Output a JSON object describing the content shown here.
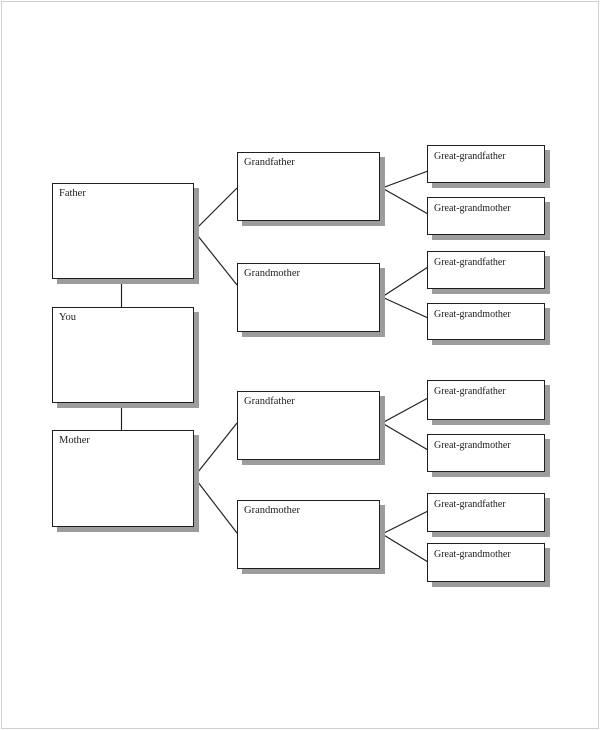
{
  "diagram": {
    "type": "family-tree",
    "nodes": [
      {
        "id": "father",
        "label": "Father",
        "generation": 1
      },
      {
        "id": "you",
        "label": "You",
        "generation": 0
      },
      {
        "id": "mother",
        "label": "Mother",
        "generation": 1
      },
      {
        "id": "paternal-grandfather",
        "label": "Grandfather",
        "generation": 2
      },
      {
        "id": "paternal-grandmother",
        "label": "Grandmother",
        "generation": 2
      },
      {
        "id": "maternal-grandfather",
        "label": "Grandfather",
        "generation": 2
      },
      {
        "id": "maternal-grandmother",
        "label": "Grandmother",
        "generation": 2
      },
      {
        "id": "great-grandfather-1",
        "label": "Great-grandfather",
        "generation": 3
      },
      {
        "id": "great-grandmother-1",
        "label": "Great-grandmother",
        "generation": 3
      },
      {
        "id": "great-grandfather-2",
        "label": "Great-grandfather",
        "generation": 3
      },
      {
        "id": "great-grandmother-2",
        "label": "Great-grandmother",
        "generation": 3
      },
      {
        "id": "great-grandfather-3",
        "label": "Great-grandfather",
        "generation": 3
      },
      {
        "id": "great-grandmother-3",
        "label": "Great-grandmother",
        "generation": 3
      },
      {
        "id": "great-grandfather-4",
        "label": "Great-grandfather",
        "generation": 3
      },
      {
        "id": "great-grandmother-4",
        "label": "Great-grandmother",
        "generation": 3
      }
    ],
    "edges": [
      {
        "from": "you",
        "to": "father"
      },
      {
        "from": "you",
        "to": "mother"
      },
      {
        "from": "father",
        "to": "paternal-grandfather"
      },
      {
        "from": "father",
        "to": "paternal-grandmother"
      },
      {
        "from": "mother",
        "to": "maternal-grandfather"
      },
      {
        "from": "mother",
        "to": "maternal-grandmother"
      },
      {
        "from": "paternal-grandfather",
        "to": "great-grandfather-1"
      },
      {
        "from": "paternal-grandfather",
        "to": "great-grandmother-1"
      },
      {
        "from": "paternal-grandmother",
        "to": "great-grandfather-2"
      },
      {
        "from": "paternal-grandmother",
        "to": "great-grandmother-2"
      },
      {
        "from": "maternal-grandfather",
        "to": "great-grandfather-3"
      },
      {
        "from": "maternal-grandfather",
        "to": "great-grandmother-3"
      },
      {
        "from": "maternal-grandmother",
        "to": "great-grandfather-4"
      },
      {
        "from": "maternal-grandmother",
        "to": "great-grandmother-4"
      }
    ],
    "colors": {
      "background": "#ffffff",
      "page_border": "#cfcfcf",
      "box_border": "#1f1f1f",
      "box_shadow": "#9c9c9c",
      "connector_line": "#1e1e1e",
      "text": "#1c1c1c"
    }
  }
}
